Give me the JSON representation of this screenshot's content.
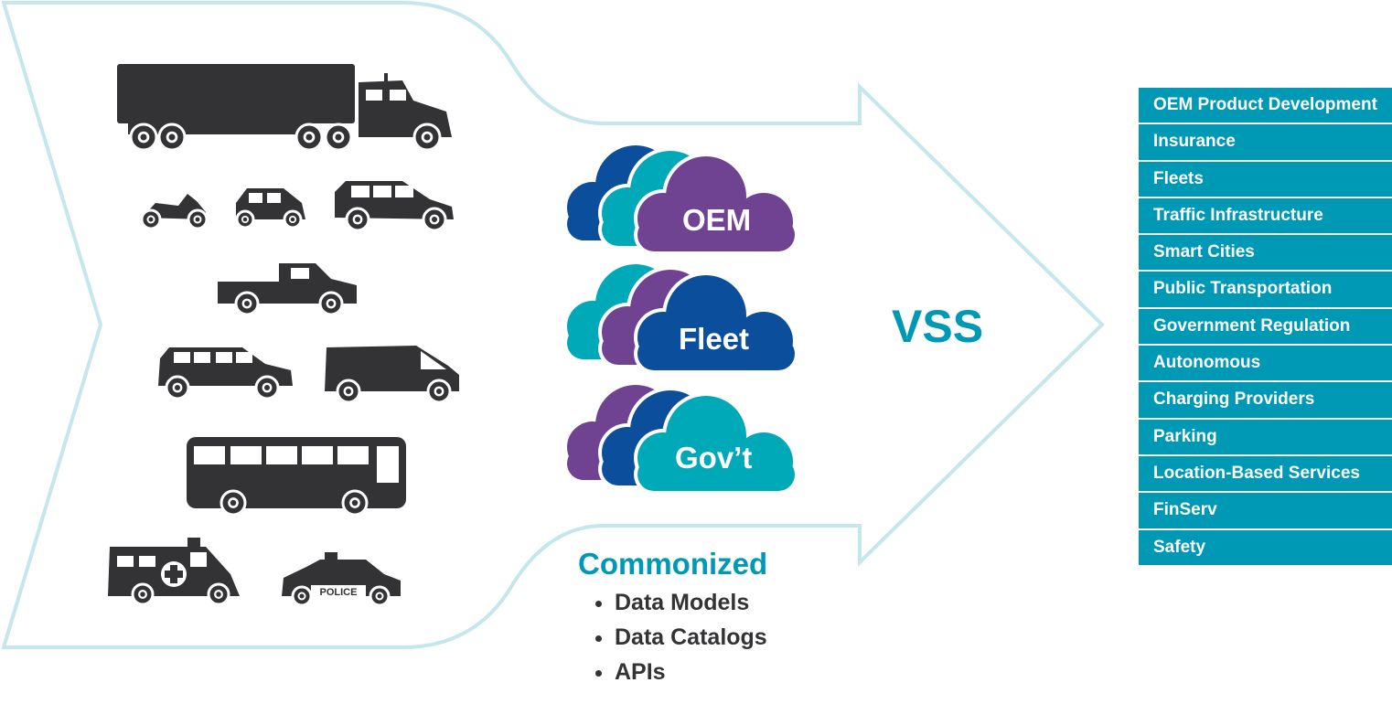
{
  "colors": {
    "outline": "#c4e6ed",
    "vehicle": "#333336",
    "teal": "#0099b5",
    "cloud_blue": "#0b4f9c",
    "cloud_teal": "#00a9b7",
    "cloud_purple": "#6f4391"
  },
  "vehicles": [
    "semi-truck",
    "motorcycle",
    "compact-car",
    "minivan",
    "pickup-truck",
    "suv",
    "van",
    "bus",
    "ambulance",
    "police-car"
  ],
  "police_text": "POLICE",
  "clouds": [
    {
      "label": "OEM",
      "front_color": "#6f4391",
      "layers": [
        "#0b4f9c",
        "#00a9b7",
        "#6f4391"
      ]
    },
    {
      "label": "Fleet",
      "front_color": "#0b4f9c",
      "layers": [
        "#00a9b7",
        "#6f4391",
        "#0b4f9c"
      ]
    },
    {
      "label": "Gov’t",
      "front_color": "#00a9b7",
      "layers": [
        "#6f4391",
        "#0b4f9c",
        "#00a9b7"
      ]
    }
  ],
  "center_label": "VSS",
  "commonized": {
    "title": "Commonized",
    "items": [
      "Data Models",
      "Data Catalogs",
      "APIs"
    ]
  },
  "use_cases": [
    "OEM Product Development",
    "Insurance",
    "Fleets",
    "Traffic Infrastructure",
    "Smart Cities",
    "Public Transportation",
    "Government Regulation",
    "Autonomous",
    "Charging Providers",
    "Parking",
    "Location-Based Services",
    "FinServ",
    "Safety"
  ]
}
